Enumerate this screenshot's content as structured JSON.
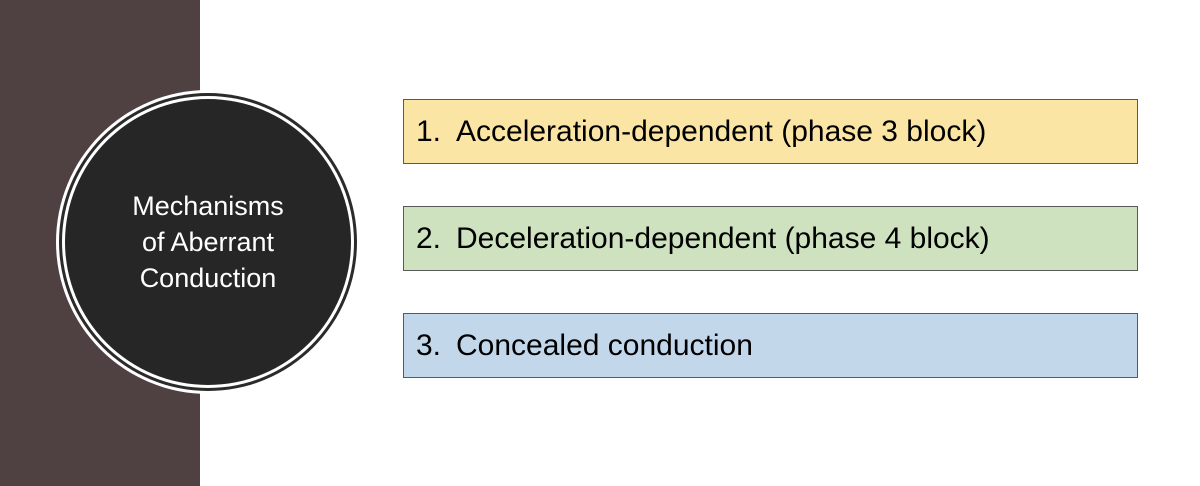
{
  "center_title": {
    "lines": [
      "Mechanisms",
      "of Aberrant",
      "Conduction"
    ]
  },
  "mechanisms": [
    {
      "number": "1.",
      "label": "Acceleration-dependent (phase 3 block)",
      "color": "#fbe5a4"
    },
    {
      "number": "2.",
      "label": "Deceleration-dependent (phase 4 block)",
      "color": "#cfe2bf"
    },
    {
      "number": "3.",
      "label": "Concealed conduction",
      "color": "#c3d7eb"
    }
  ],
  "colors": {
    "left_band": "#4f4042",
    "circle_fill": "#262626",
    "circle_text": "#ffffff"
  }
}
